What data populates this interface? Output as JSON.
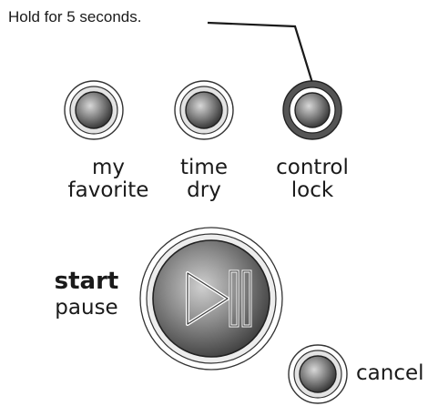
{
  "callout": {
    "text": "Hold for 5 seconds."
  },
  "buttons": {
    "my_favorite": {
      "line1": "my",
      "line2": "favorite"
    },
    "time_dry": {
      "line1": "time",
      "line2": "dry"
    },
    "control_lock": {
      "line1": "control",
      "line2": "lock"
    },
    "start_pause": {
      "line1": "start",
      "line2": "pause",
      "icon": "play-pause-icon"
    },
    "cancel": {
      "label": "cancel"
    }
  }
}
